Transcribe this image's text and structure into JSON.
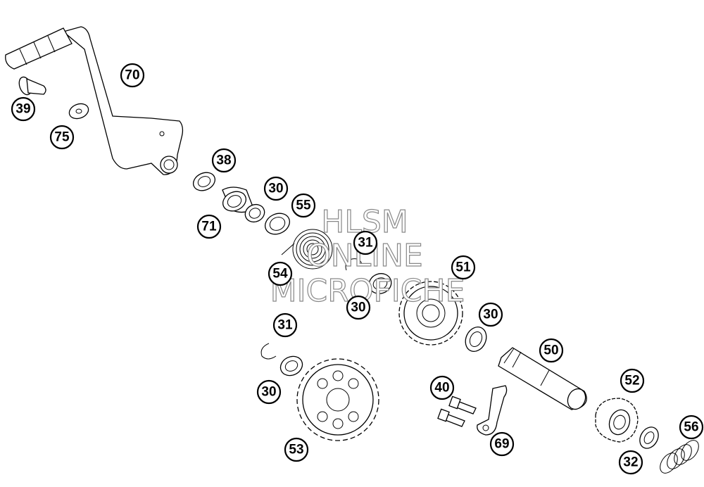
{
  "watermark": {
    "line1": "HLSM",
    "line2": "ONLINE",
    "line3": "MICROFICHE"
  },
  "callouts": {
    "c70": "70",
    "c39": "39",
    "c75": "75",
    "c38": "38",
    "c30a": "30",
    "c71": "71",
    "c55": "55",
    "c31a": "31",
    "c54": "54",
    "c30b": "30",
    "c51": "51",
    "c30c": "30",
    "c31b": "31",
    "c50": "50",
    "c30d": "30",
    "c40": "40",
    "c52": "52",
    "c53": "53",
    "c69": "69",
    "c56": "56",
    "c32": "32"
  }
}
